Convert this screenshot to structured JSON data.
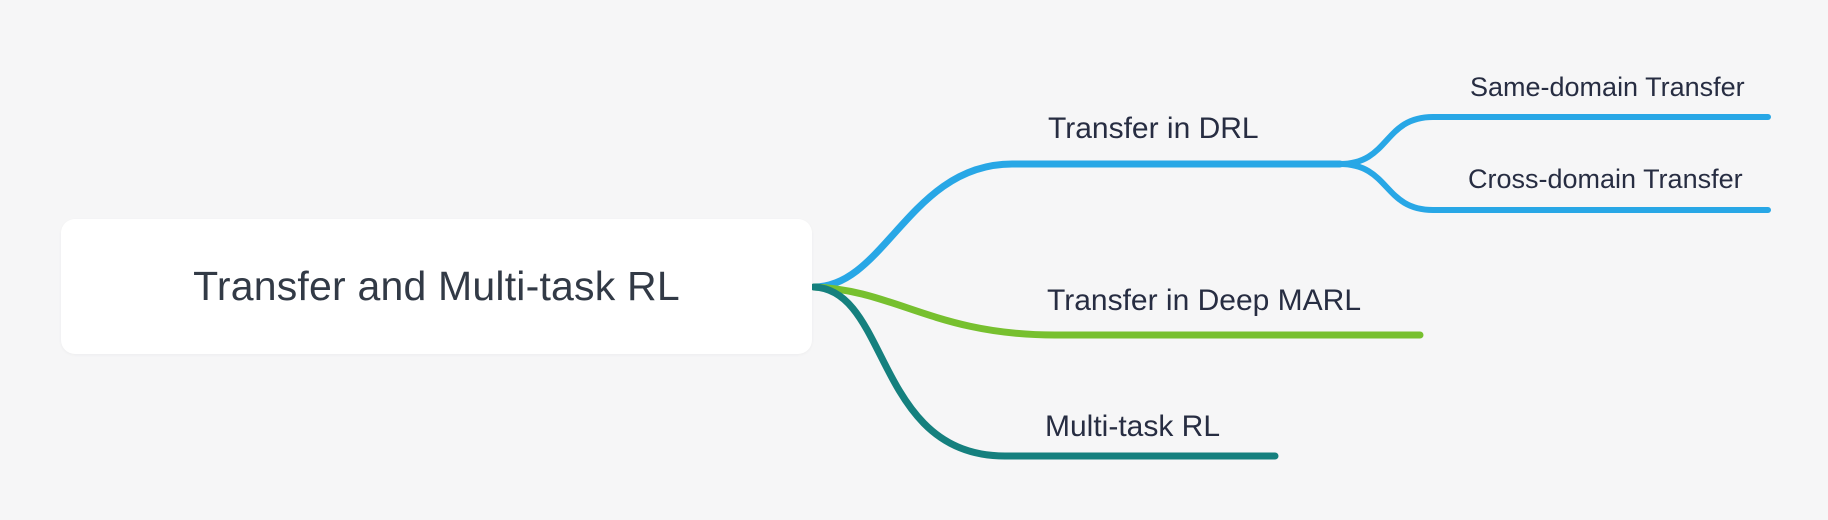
{
  "canvas": {
    "background_color": "#f6f6f7"
  },
  "root": {
    "label": "Transfer and Multi-task RL",
    "background_color": "#ffffff",
    "text_color": "#323a46"
  },
  "label_text_color": "#272d42",
  "branches": [
    {
      "id": "transfer-in-drl",
      "label": "Transfer in DRL",
      "color": "#28a7e6",
      "children": [
        {
          "id": "same-domain-transfer",
          "label": "Same-domain Transfer",
          "color": "#28a7e6"
        },
        {
          "id": "cross-domain-transfer",
          "label": "Cross-domain Transfer",
          "color": "#28a7e6"
        }
      ]
    },
    {
      "id": "transfer-in-deep-marl",
      "label": "Transfer in Deep MARL",
      "color": "#77c02f",
      "children": []
    },
    {
      "id": "multi-task-rl",
      "label": "Multi-task RL",
      "color": "#15807e",
      "children": []
    }
  ]
}
